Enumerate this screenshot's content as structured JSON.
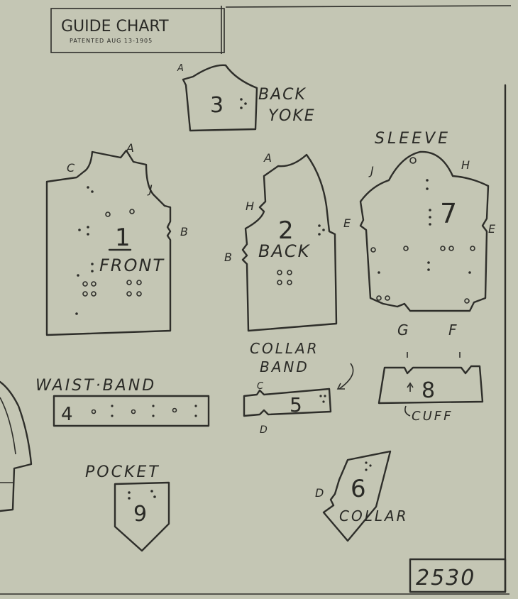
{
  "header": {
    "title": "GUIDE CHART",
    "patent": "PATENTED AUG 13-1905"
  },
  "pieces": {
    "back_yoke": {
      "number": "3",
      "name_line1": "BACK",
      "name_line2": "YOKE",
      "notch": "A"
    },
    "front": {
      "number": "1",
      "name": "FRONT",
      "notches": [
        "C",
        "A",
        "J",
        "B"
      ]
    },
    "back": {
      "number": "2",
      "name": "BACK",
      "notches": [
        "A",
        "H",
        "B"
      ]
    },
    "sleeve": {
      "number": "7",
      "title": "SLEEVE",
      "notches": [
        "J",
        "H",
        "E",
        "E"
      ],
      "bottom_notches": [
        "G",
        "F"
      ]
    },
    "collar_band": {
      "number": "5",
      "name_line1": "COLLAR",
      "name_line2": "BAND",
      "notches": [
        "C",
        "D"
      ]
    },
    "cuff": {
      "number": "8",
      "name": "CUFF"
    },
    "waist_band": {
      "number": "4",
      "name": "WAIST·BAND"
    },
    "pocket": {
      "number": "9",
      "name": "POCKET"
    },
    "collar": {
      "number": "6",
      "name": "COLLAR",
      "notch": "D"
    }
  },
  "pattern_number": "2530",
  "colors": {
    "paper": "#c4c6b4",
    "ink": "#2e2e2a"
  }
}
